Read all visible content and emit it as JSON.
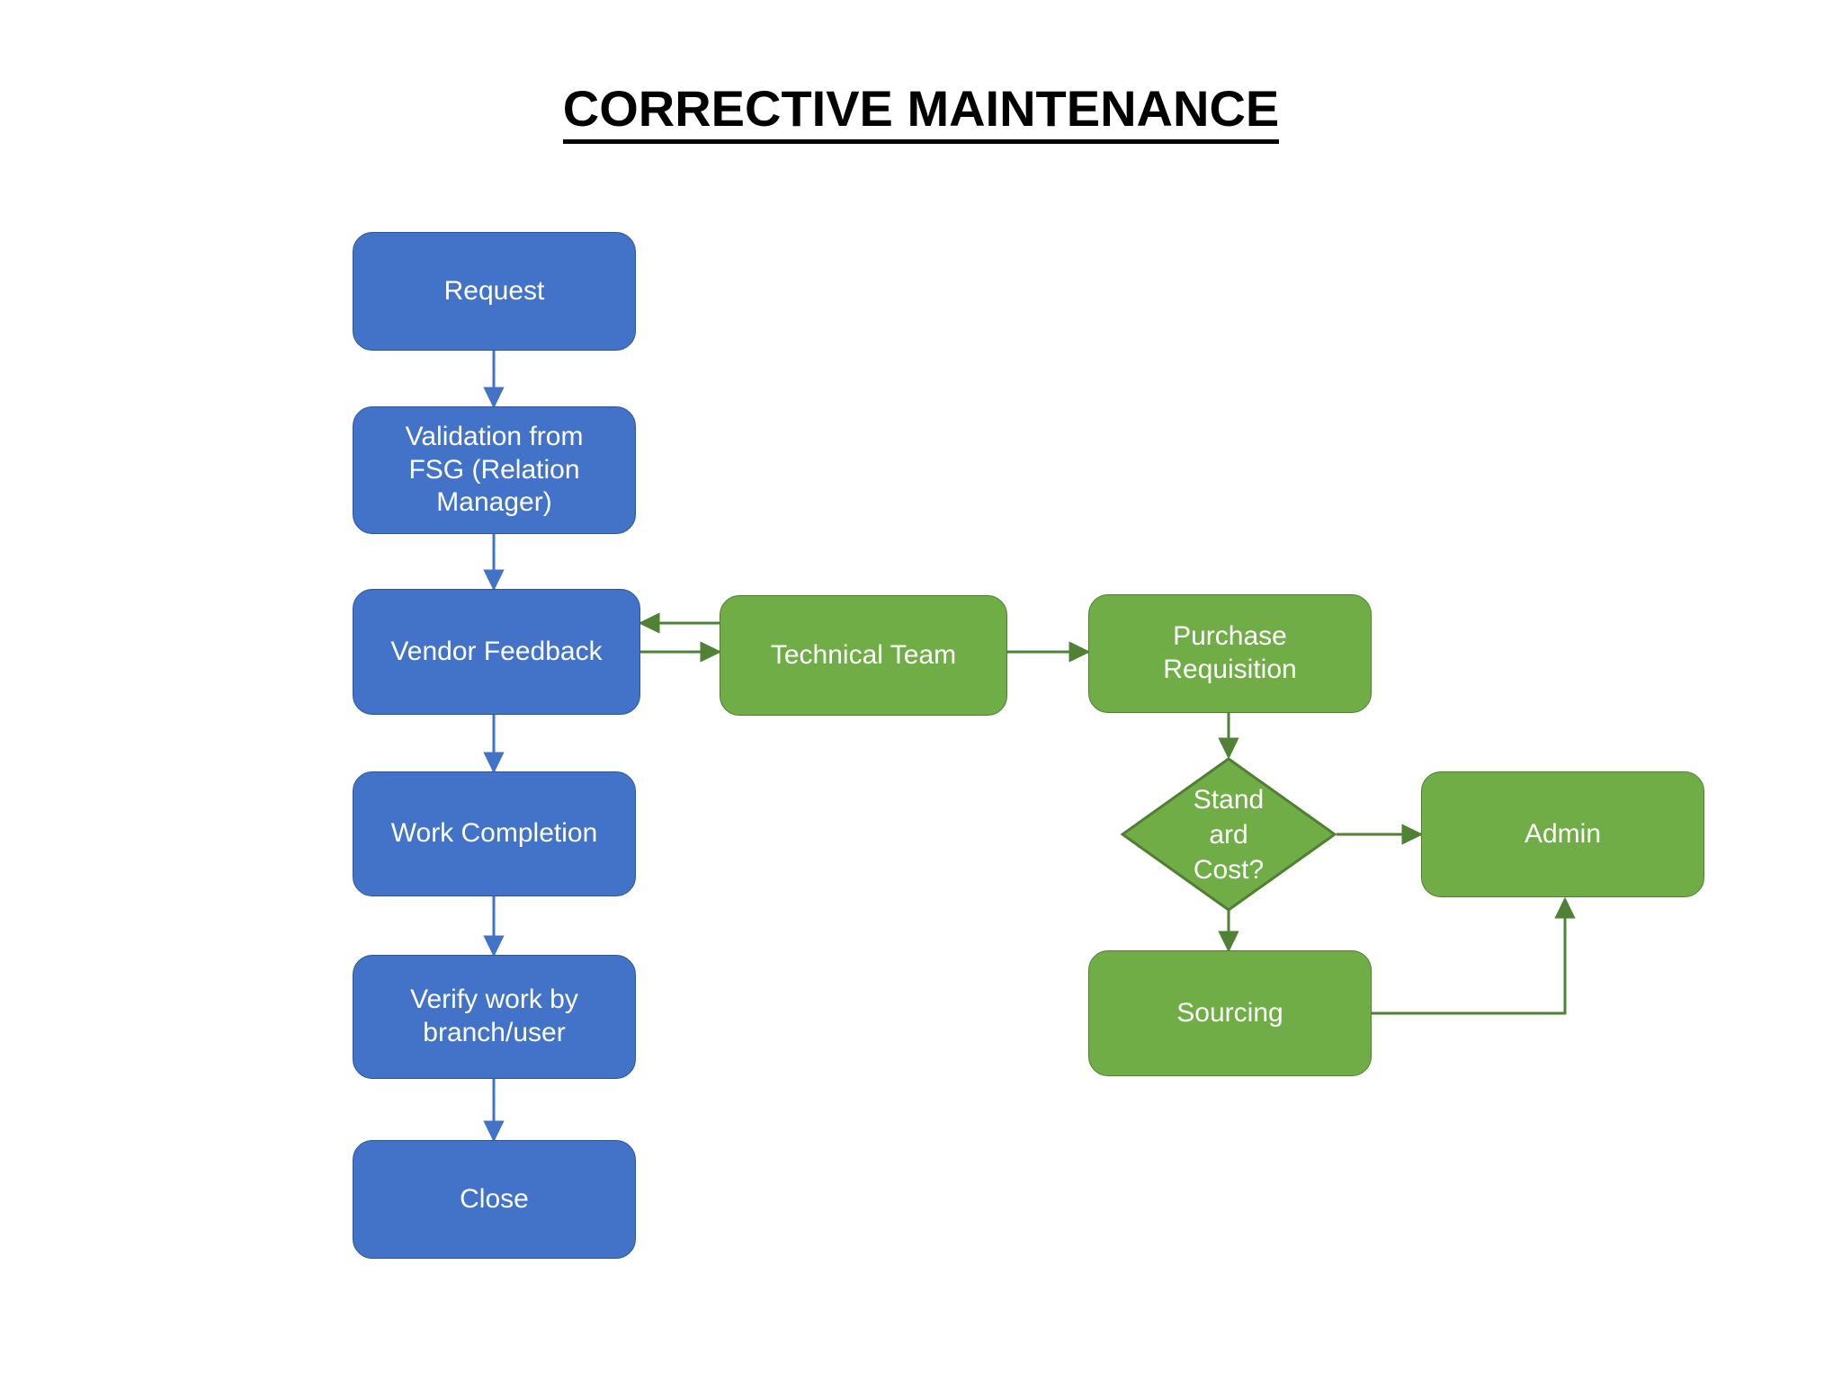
{
  "title": "CORRECTIVE MAINTENANCE",
  "colors": {
    "blue_fill": "#4273C8",
    "blue_border": "#2F5597",
    "blue_arrow": "#4273C8",
    "green_fill": "#70AD47",
    "green_border": "#507E32",
    "green_arrow": "#4F8234",
    "text": "#FFFFFF",
    "background": "#FFFFFF",
    "title_text": "#000000"
  },
  "diagram": {
    "type": "flowchart",
    "lanes": [
      {
        "name": "maintenance-lane",
        "color": "#4273C8"
      },
      {
        "name": "procurement-lane",
        "color": "#70AD47"
      }
    ],
    "nodes": [
      {
        "id": "request",
        "label": "Request",
        "shape": "rounded-rect",
        "lane": "maintenance-lane"
      },
      {
        "id": "validation",
        "label": "Validation from\nFSG (Relation\nManager)",
        "shape": "rounded-rect",
        "lane": "maintenance-lane"
      },
      {
        "id": "vendor",
        "label": "Vendor Feedback",
        "shape": "rounded-rect",
        "lane": "maintenance-lane"
      },
      {
        "id": "work",
        "label": "Work Completion",
        "shape": "rounded-rect",
        "lane": "maintenance-lane"
      },
      {
        "id": "verify",
        "label": "Verify work by\nbranch/user",
        "shape": "rounded-rect",
        "lane": "maintenance-lane"
      },
      {
        "id": "close",
        "label": "Close",
        "shape": "rounded-rect",
        "lane": "maintenance-lane"
      },
      {
        "id": "technical",
        "label": "Technical Team",
        "shape": "rounded-rect",
        "lane": "procurement-lane"
      },
      {
        "id": "purchase",
        "label": "Purchase\nRequisition",
        "shape": "rounded-rect",
        "lane": "procurement-lane"
      },
      {
        "id": "standard",
        "label": "Stand\nard\nCost?",
        "shape": "diamond",
        "lane": "procurement-lane"
      },
      {
        "id": "admin",
        "label": "Admin",
        "shape": "rounded-rect",
        "lane": "procurement-lane"
      },
      {
        "id": "sourcing",
        "label": "Sourcing",
        "shape": "rounded-rect",
        "lane": "procurement-lane"
      }
    ],
    "edges": [
      {
        "from": "request",
        "to": "validation",
        "style": "blue-arrow"
      },
      {
        "from": "validation",
        "to": "vendor",
        "style": "blue-arrow"
      },
      {
        "from": "vendor",
        "to": "technical",
        "style": "green-arrow"
      },
      {
        "from": "technical",
        "to": "vendor",
        "style": "green-arrow"
      },
      {
        "from": "technical",
        "to": "purchase",
        "style": "green-arrow"
      },
      {
        "from": "purchase",
        "to": "standard",
        "style": "green-arrow"
      },
      {
        "from": "standard",
        "to": "admin",
        "style": "green-arrow"
      },
      {
        "from": "standard",
        "to": "sourcing",
        "style": "green-arrow"
      },
      {
        "from": "sourcing",
        "to": "admin",
        "style": "green-arrow"
      },
      {
        "from": "vendor",
        "to": "work",
        "style": "blue-arrow"
      },
      {
        "from": "work",
        "to": "verify",
        "style": "blue-arrow"
      },
      {
        "from": "verify",
        "to": "close",
        "style": "blue-arrow"
      }
    ]
  }
}
